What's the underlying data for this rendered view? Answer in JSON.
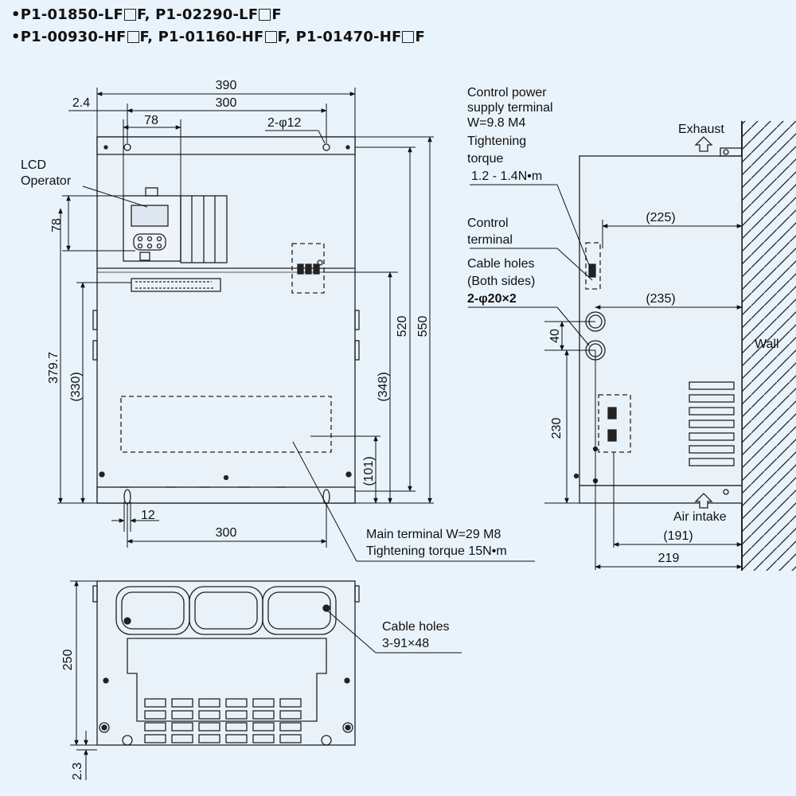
{
  "header": {
    "line1": [
      {
        "pre": "•P1-01850-LF",
        "post": "F"
      },
      {
        "pre": ", P1-02290-LF",
        "post": "F"
      }
    ],
    "line2": [
      {
        "pre": "•P1-00930-HF",
        "post": "F"
      },
      {
        "pre": ", P1-01160-HF",
        "post": "F"
      },
      {
        "pre": ", P1-01470-HF",
        "post": "F"
      }
    ]
  },
  "front": {
    "dim_390": "390",
    "dim_2_4": "2.4",
    "dim_300_top": "300",
    "dim_78_top": "78",
    "hole_label": "2-φ12",
    "lcd_label_1": "LCD",
    "lcd_label_2": "Operator",
    "dim_78_left": "78",
    "dim_379_7": "379.7",
    "dim_330": "(330)",
    "dim_520": "520",
    "dim_550": "550",
    "dim_348": "(348)",
    "dim_101": "(101)",
    "dim_12": "12",
    "dim_300_bottom": "300",
    "main_terminal_1": "Main terminal W=29 M8",
    "main_terminal_2": "Tightening torque 15N•m"
  },
  "side": {
    "ctrl_power_1": "Control power",
    "ctrl_power_2": "supply terminal",
    "ctrl_power_3": "W=9.8 M4",
    "ctrl_power_4": "Tightening",
    "ctrl_power_5": "torque",
    "ctrl_power_6": "1.2 - 1.4N•m",
    "ctrl_terminal_1": "Control",
    "ctrl_terminal_2": "terminal",
    "cable_holes_1": "Cable holes",
    "cable_holes_2": "(Both sides)",
    "cable_holes_3": "2-φ20×2",
    "exhaust": "Exhaust",
    "wall": "Wall",
    "air_intake": "Air intake",
    "dim_225": "(225)",
    "dim_235": "(235)",
    "dim_40": "40",
    "dim_230": "230",
    "dim_191": "(191)",
    "dim_219": "219"
  },
  "bottom": {
    "cable_holes_1": "Cable holes",
    "cable_holes_2": "3-91×48",
    "dim_250": "250",
    "dim_2_3": "2.3"
  }
}
